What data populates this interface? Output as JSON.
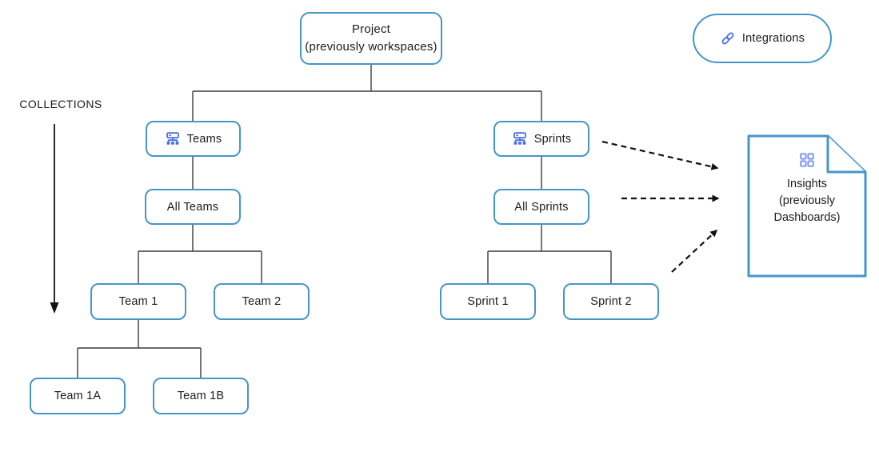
{
  "colors": {
    "node_border": "#4596c9",
    "icon_blue": "#4a6fe0",
    "insights_icon_blue": "#7b97f0",
    "connector": "#3d3d3d",
    "arrow_black": "#111111",
    "text": "#1c1c1c"
  },
  "collections": {
    "label": "COLLECTIONS"
  },
  "nodes": {
    "project": {
      "line1": "Project",
      "line2": "(previously workspaces)"
    },
    "integrations": {
      "label": "Integrations",
      "icon": "link-icon"
    },
    "teams": {
      "label": "Teams",
      "icon": "org-chart-icon"
    },
    "sprints": {
      "label": "Sprints",
      "icon": "org-chart-icon"
    },
    "all_teams": {
      "label": "All Teams"
    },
    "all_sprints": {
      "label": "All Sprints"
    },
    "team1": {
      "label": "Team 1"
    },
    "team2": {
      "label": "Team 2"
    },
    "sprint1": {
      "label": "Sprint 1"
    },
    "sprint2": {
      "label": "Sprint 2"
    },
    "team1a": {
      "label": "Team 1A"
    },
    "team1b": {
      "label": "Team 1B"
    },
    "insights": {
      "line1": "Insights",
      "line2": "(previously",
      "line3": "Dashboards)",
      "icon": "dashboard-grid-icon"
    }
  }
}
